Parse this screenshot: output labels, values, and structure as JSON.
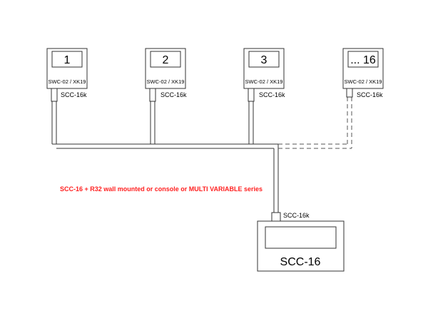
{
  "controllers": [
    {
      "number": "1",
      "model": "SWC-02 / XK19",
      "connector": "SCC-16k"
    },
    {
      "number": "2",
      "model": "SWC-02 / XK19",
      "connector": "SCC-16k"
    },
    {
      "number": "3",
      "model": "SWC-02 / XK19",
      "connector": "SCC-16k"
    },
    {
      "number": "... 16",
      "model": "SWC-02 / XK19",
      "connector": "SCC-16k"
    }
  ],
  "central": {
    "title": "SCC-16",
    "connector": "SCC-16k"
  },
  "note": {
    "text": "SCC-16 + R32 wall mounted or console or MULTI VARIABLE series",
    "color": "#ff2020"
  },
  "colors": {
    "line": "#333333",
    "note": "#ff2020"
  }
}
